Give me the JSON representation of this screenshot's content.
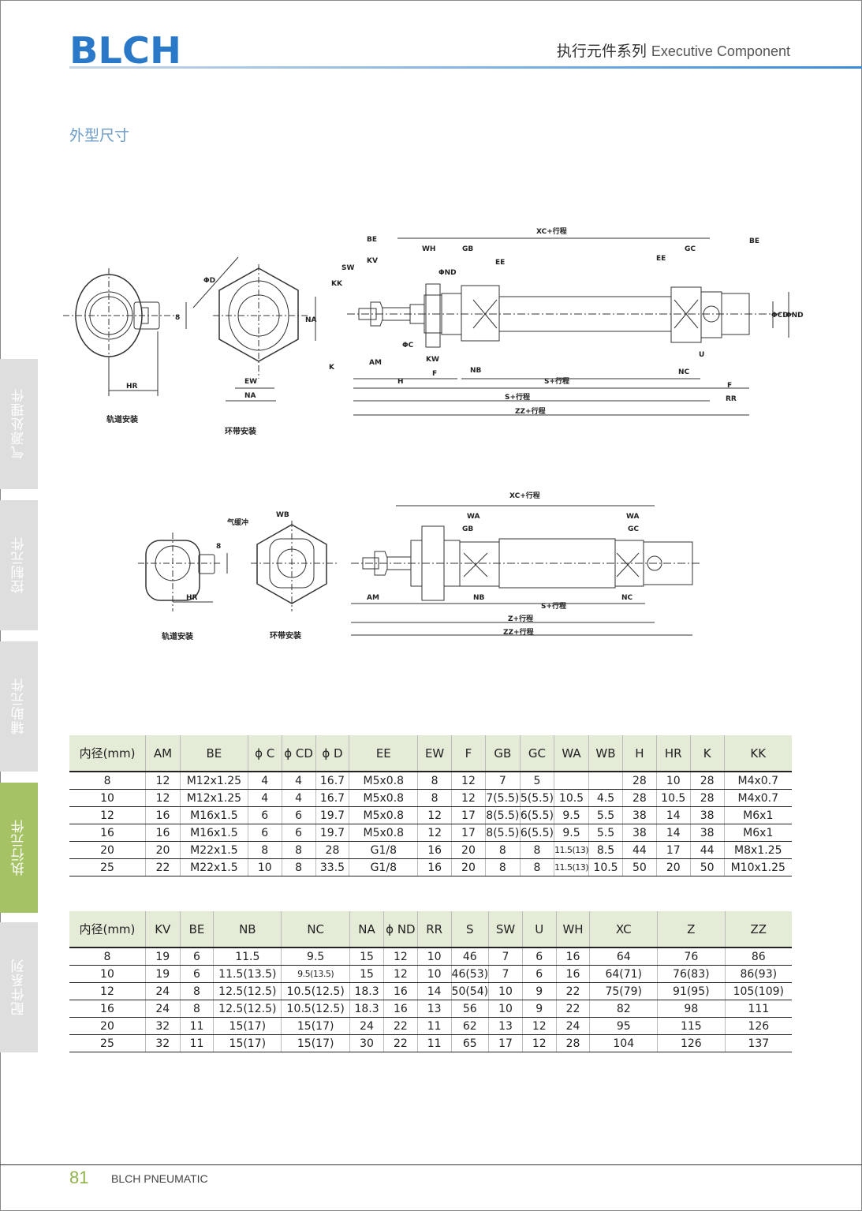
{
  "header": {
    "logo_text": "BLCH",
    "title_cn": "执行元件系列",
    "title_en": "Executive Component",
    "brand_color": "#2a78c8"
  },
  "section_title": "外型尺寸",
  "side_tabs": [
    {
      "label": "气源处理件",
      "active": false
    },
    {
      "label": "控制元件",
      "active": false
    },
    {
      "label": "辅助元件",
      "active": false
    },
    {
      "label": "执行元件",
      "active": true
    },
    {
      "label": "配件系列",
      "active": false
    }
  ],
  "drawing1": {
    "label_rail": "轨道安装",
    "label_ring": "环带安装",
    "dims": {
      "xc": "XC+行程",
      "s": "S+行程",
      "s_bottom": "S+行程",
      "zz": "ZZ+行程",
      "be": "BE",
      "be_right": "BE",
      "wh": "WH",
      "gb": "GB",
      "kv": "KV",
      "sw": "SW",
      "kk": "KK",
      "ee": "EE",
      "ee_right": "EE",
      "gc": "GC",
      "nd": "ΦND",
      "nd_right": "ΦND",
      "cd": "ΦCD",
      "c": "ΦC",
      "am": "AM",
      "kw": "KW",
      "nb": "NB",
      "nc": "NC",
      "u": "U",
      "f": "F",
      "f_right": "F",
      "h": "H",
      "k": "K",
      "rr": "RR",
      "hr": "HR",
      "d": "ΦD",
      "na": "NA",
      "na_bottom": "NA",
      "ew": "EW",
      "eight": "8"
    }
  },
  "drawing2": {
    "label_rail": "轨道安装",
    "label_ring": "环带安装",
    "label_cushion": "气缓冲",
    "dims": {
      "xc": "XC+行程",
      "s": "S+行程",
      "z": "Z+行程",
      "zz": "ZZ+行程",
      "wb": "WB",
      "wa": "WA",
      "wa_right": "WA",
      "gb": "GB",
      "gc": "GC",
      "am": "AM",
      "nb": "NB",
      "nc": "NC",
      "hr": "HR",
      "eight": "8"
    }
  },
  "table1": {
    "headers": [
      "内径(mm)",
      "AM",
      "BE",
      "ϕ C",
      "ϕ CD",
      "ϕ D",
      "EE",
      "EW",
      "F",
      "GB",
      "GC",
      "WA",
      "WB",
      "H",
      "HR",
      "K",
      "KK"
    ],
    "rows": [
      [
        "8",
        "12",
        "M12x1.25",
        "4",
        "4",
        "16.7",
        "M5x0.8",
        "8",
        "12",
        "7",
        "5",
        "",
        "",
        "28",
        "10",
        "28",
        "M4x0.7"
      ],
      [
        "10",
        "12",
        "M12x1.25",
        "4",
        "4",
        "16.7",
        "M5x0.8",
        "8",
        "12",
        "7(5.5)",
        "5(5.5)",
        "10.5",
        "4.5",
        "28",
        "10.5",
        "28",
        "M4x0.7"
      ],
      [
        "12",
        "16",
        "M16x1.5",
        "6",
        "6",
        "19.7",
        "M5x0.8",
        "12",
        "17",
        "8(5.5)",
        "6(5.5)",
        "9.5",
        "5.5",
        "38",
        "14",
        "38",
        "M6x1"
      ],
      [
        "16",
        "16",
        "M16x1.5",
        "6",
        "6",
        "19.7",
        "M5x0.8",
        "12",
        "17",
        "8(5.5)",
        "6(5.5)",
        "9.5",
        "5.5",
        "38",
        "14",
        "38",
        "M6x1"
      ],
      [
        "20",
        "20",
        "M22x1.5",
        "8",
        "8",
        "28",
        "G1/8",
        "16",
        "20",
        "8",
        "8",
        "11.5(13)",
        "8.5",
        "44",
        "17",
        "44",
        "M8x1.25"
      ],
      [
        "25",
        "22",
        "M22x1.5",
        "10",
        "8",
        "33.5",
        "G1/8",
        "16",
        "20",
        "8",
        "8",
        "11.5(13)",
        "10.5",
        "50",
        "20",
        "50",
        "M10x1.25"
      ]
    ]
  },
  "table2": {
    "headers": [
      "内径(mm)",
      "KV",
      "BE",
      "NB",
      "NC",
      "NA",
      "ϕ ND",
      "RR",
      "S",
      "SW",
      "U",
      "WH",
      "XC",
      "Z",
      "ZZ"
    ],
    "rows": [
      [
        "8",
        "19",
        "6",
        "11.5",
        "9.5",
        "15",
        "12",
        "10",
        "46",
        "7",
        "6",
        "16",
        "64",
        "76",
        "86"
      ],
      [
        "10",
        "19",
        "6",
        "11.5(13.5)",
        "9.5(13.5)",
        "15",
        "12",
        "10",
        "46(53)",
        "7",
        "6",
        "16",
        "64(71)",
        "76(83)",
        "86(93)"
      ],
      [
        "12",
        "24",
        "8",
        "12.5(12.5)",
        "10.5(12.5)",
        "18.3",
        "16",
        "14",
        "50(54)",
        "10",
        "9",
        "22",
        "75(79)",
        "91(95)",
        "105(109)"
      ],
      [
        "16",
        "24",
        "8",
        "12.5(12.5)",
        "10.5(12.5)",
        "18.3",
        "16",
        "13",
        "56",
        "10",
        "9",
        "22",
        "82",
        "98",
        "111"
      ],
      [
        "20",
        "32",
        "11",
        "15(17)",
        "15(17)",
        "24",
        "22",
        "11",
        "62",
        "13",
        "12",
        "24",
        "95",
        "115",
        "126"
      ],
      [
        "25",
        "32",
        "11",
        "15(17)",
        "15(17)",
        "30",
        "22",
        "11",
        "65",
        "17",
        "12",
        "28",
        "104",
        "126",
        "137"
      ]
    ]
  },
  "footer": {
    "page_number": "81",
    "brand": "BLCH PNEUMATIC"
  }
}
